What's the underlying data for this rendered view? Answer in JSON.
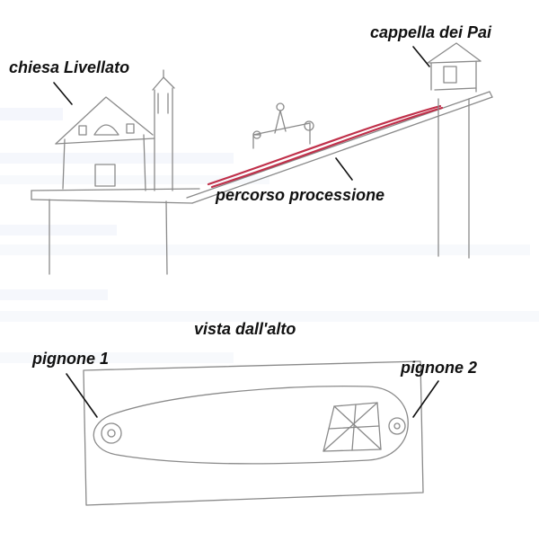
{
  "labels": {
    "chiesa": "chiesa Livellato",
    "cappella": "cappella dei Pai",
    "percorso": "percorso processione",
    "vista": "vista dall'alto",
    "pignone1": "pignone 1",
    "pignone2": "pignone 2"
  },
  "colors": {
    "ink": "#111111",
    "pencil": "#8a8a8a",
    "procession_route": "#c0304a",
    "bleed_through": "#c8d2ea"
  }
}
